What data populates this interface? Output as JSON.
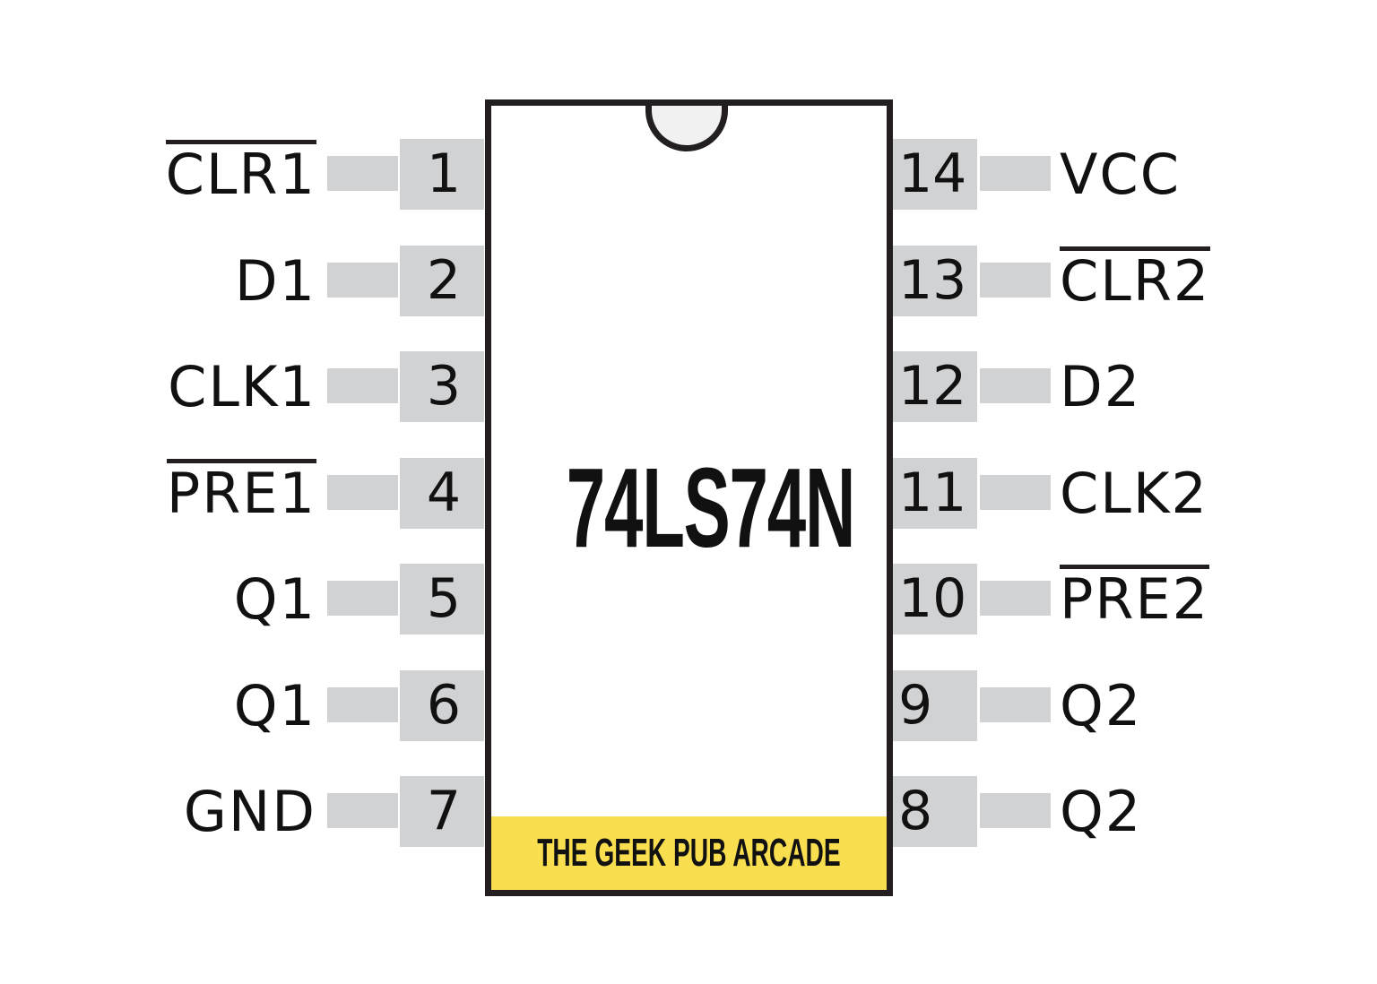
{
  "chip": {
    "part_number": "74LS74N",
    "brand": "THE GEEK PUB ARCADE",
    "colors": {
      "outline": "#231f20",
      "pin": "#d1d2d4",
      "notch_fill": "#f0f1f0",
      "brand_band": "#f9df4f",
      "text": "#111111"
    }
  },
  "pins_left": [
    {
      "number": "1",
      "label": "CLR1",
      "active_low": true
    },
    {
      "number": "2",
      "label": "D1",
      "active_low": false
    },
    {
      "number": "3",
      "label": "CLK1",
      "active_low": false
    },
    {
      "number": "4",
      "label": "PRE1",
      "active_low": true
    },
    {
      "number": "5",
      "label": "Q1",
      "active_low": false
    },
    {
      "number": "6",
      "label": "Q1",
      "active_low": false
    },
    {
      "number": "7",
      "label": "GND",
      "active_low": false
    }
  ],
  "pins_right": [
    {
      "number": "14",
      "label": "VCC",
      "active_low": false
    },
    {
      "number": "13",
      "label": "CLR2",
      "active_low": true
    },
    {
      "number": "12",
      "label": "D2",
      "active_low": false
    },
    {
      "number": "11",
      "label": "CLK2",
      "active_low": false
    },
    {
      "number": "10",
      "label": "PRE2",
      "active_low": true
    },
    {
      "number": "9",
      "label": "Q2",
      "active_low": false
    },
    {
      "number": "8",
      "label": "Q2",
      "active_low": false
    }
  ]
}
